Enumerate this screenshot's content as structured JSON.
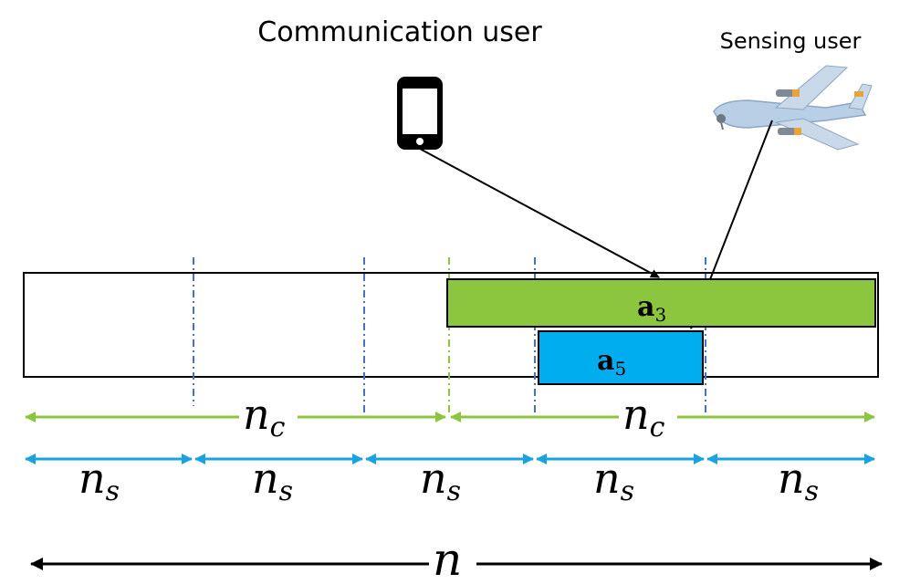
{
  "users": {
    "communication_label": "Communication user",
    "sensing_label": "Sensing user"
  },
  "icons": {
    "communication": "smartphone-icon",
    "sensing": "drone-icon"
  },
  "blocks": {
    "comm": {
      "symbol": "a",
      "subscript": "3"
    },
    "sense": {
      "symbol": "a",
      "subscript": "5"
    }
  },
  "dimensions": {
    "nc": {
      "base": "n",
      "sub": "c"
    },
    "ns": {
      "base": "n",
      "sub": "s"
    },
    "n": {
      "base": "n"
    }
  },
  "colors": {
    "comm_block": "#8cc63f",
    "sense_block": "#00aeef",
    "nc_arrow": "#8cc63f",
    "ns_arrow": "#1aa3e0",
    "divider_blue": "#4472c4",
    "divider_green": "#8cc63f",
    "outline": "#000000"
  }
}
